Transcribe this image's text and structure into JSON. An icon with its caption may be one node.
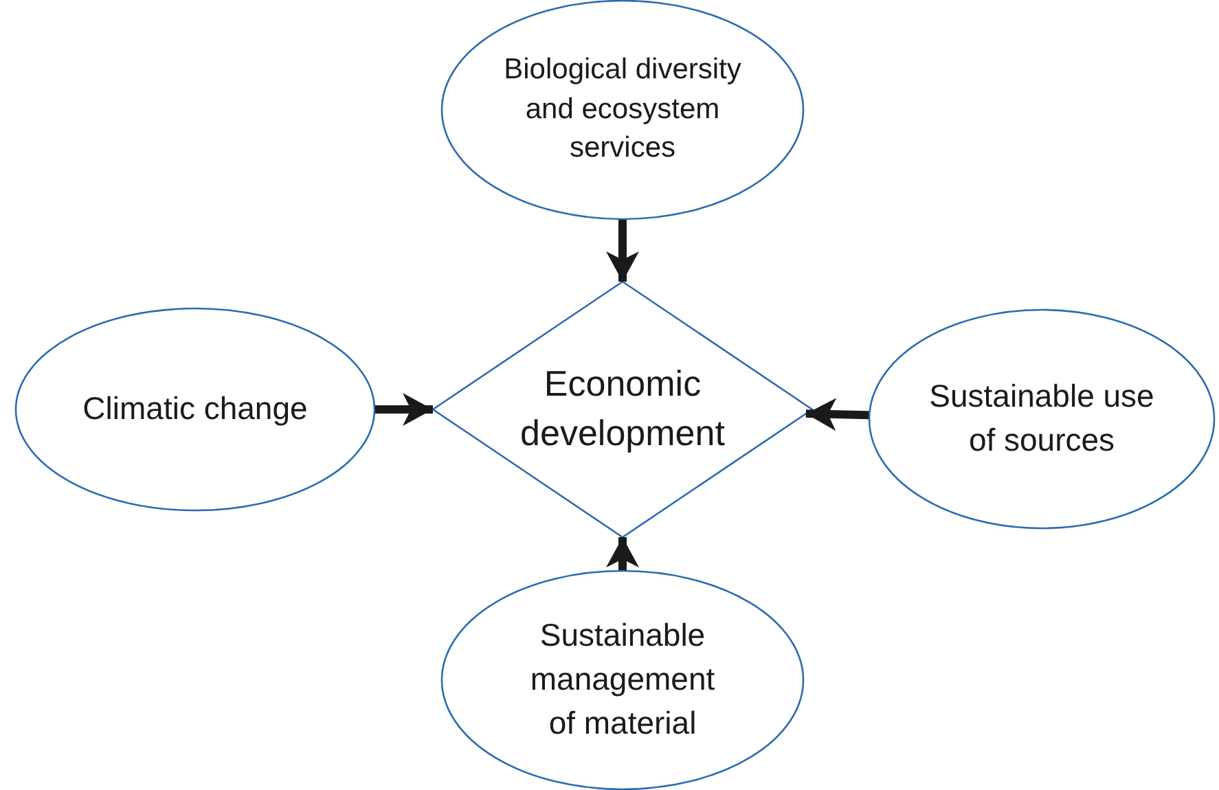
{
  "diagram": {
    "nodes": [
      {
        "text": [
          "Economic development"
        ]
      },
      {
        "text": [
          "Biological diversity and ecosystem services"
        ]
      },
      {
        "text": [
          "Climatic change"
        ]
      },
      {
        "text": [
          "Sustainable use of sources"
        ]
      },
      {
        "text": [
          "Sustainable management of material"
        ]
      }
    ],
    "edges": [
      {
        "from": 1,
        "to": 0,
        "arrow": "to"
      },
      {
        "from": 2,
        "to": 0,
        "arrow": "to"
      },
      {
        "from": 3,
        "to": 0,
        "arrow": "to"
      },
      {
        "from": 4,
        "to": 0,
        "arrow": "to"
      }
    ]
  }
}
